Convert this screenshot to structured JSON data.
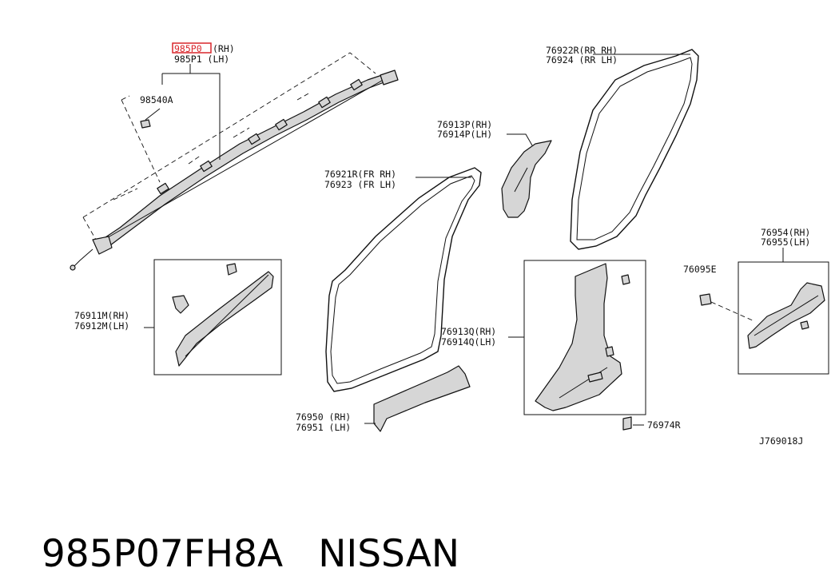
{
  "diagram": {
    "callouts": {
      "airbag_rh": "985P0",
      "airbag_rh_side": "(RH)",
      "airbag_lh": "985P1 (LH)",
      "bracket": "98540A",
      "rr_seal_rh": "76922R(RR RH)",
      "rr_seal_lh": "76924  (RR LH)",
      "pillar_upper_rh": "76913P(RH)",
      "pillar_upper_lh": "76914P(LH)",
      "fr_seal_rh": "76921R(FR RH)",
      "fr_seal_lh": "76923 (FR LH)",
      "scuff_rr_rh": "76954(RH)",
      "scuff_rr_lh": "76955(LH)",
      "clip": "76095E",
      "a_pillar_rh": "76911M(RH)",
      "a_pillar_lh": "76912M(LH)",
      "pillar_lower_rh": "76913Q(RH)",
      "pillar_lower_lh": "76914Q(LH)",
      "scuff_fr_rh": "76950 (RH)",
      "scuff_fr_lh": "76951 (LH)",
      "cover": "76974R",
      "drawing_number": "J769018J"
    },
    "highlight_color": "#d9262b"
  },
  "caption": {
    "part_number": "985P07FH8A",
    "brand": "NISSAN"
  }
}
